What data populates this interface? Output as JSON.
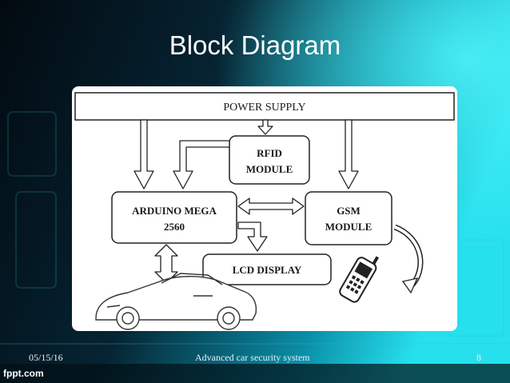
{
  "slide": {
    "title": "Block Diagram",
    "footer_date": "05/15/16",
    "footer_center": "Advanced  car  security system",
    "footer_page": "8",
    "brand": "fppt.com"
  },
  "diagram": {
    "power_supply": "POWER SUPPLY",
    "rfid_line1": "RFID",
    "rfid_line2": "MODULE",
    "arduino_line1": "ARDUINO MEGA",
    "arduino_line2": "2560",
    "gsm_line1": "GSM",
    "gsm_line2": "MODULE",
    "lcd": "LCD DISPLAY"
  },
  "colors": {
    "background_dark": "#04141d",
    "accent_cyan": "#1fd0e0",
    "panel": "#ffffff"
  }
}
